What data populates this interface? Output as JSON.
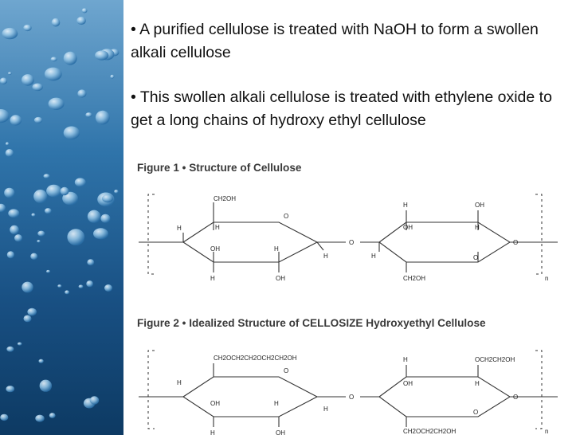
{
  "bullets": [
    "• A purified cellulose is treated with NaOH to form a swollen alkali cellulose",
    "• This swollen alkali cellulose is treated with ethylene oxide to get a long chains of hydroxy ethyl cellulose"
  ],
  "figure1": {
    "title": "Figure 1 • Structure of Cellulose",
    "labels": {
      "ch2oh_top": "CH2OH",
      "o": "O",
      "h": "H",
      "oh": "OH",
      "ch2oh_bottom": "CH2OH",
      "n": "n"
    }
  },
  "figure2": {
    "title": "Figure 2 • Idealized Structure of CELLOSIZE Hydroxyethyl Cellulose",
    "labels": {
      "sub_top_left": "CH2OCH2CH2OCH2CH2OH",
      "sub_top_right": "OCH2CH2OH",
      "sub_bottom": "CH2OCH2CH2OH",
      "o": "O",
      "h": "H",
      "oh": "OH",
      "n": "n"
    }
  },
  "colors": {
    "background": "#ffffff",
    "text": "#111111",
    "figure_text": "#3a3a3a",
    "decor_water": "#1f5f95"
  }
}
